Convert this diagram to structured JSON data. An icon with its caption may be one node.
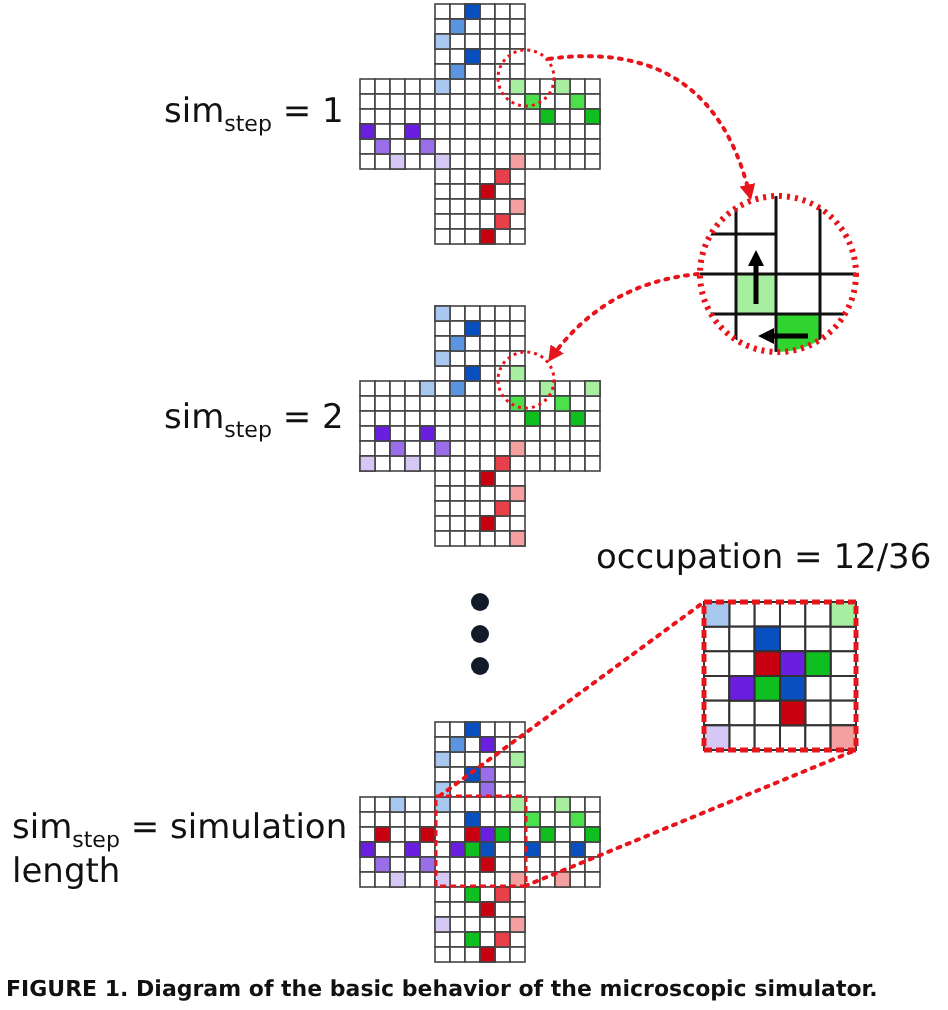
{
  "diagram": {
    "caption": "FIGURE 1. Diagram of the basic behavior of the microscopic simulator.",
    "nodes": [
      {
        "text": [],
        "shape": "grid",
        "beside": [
          "sim$_{step}$ = 1"
        ]
      },
      {
        "text": [],
        "shape": "circle",
        "in": 0
      },
      {
        "text": [],
        "shape": "circle"
      },
      {
        "text": [],
        "shape": "grid",
        "beside": [
          "sim$_{step}$ = 2"
        ]
      },
      {
        "text": [],
        "shape": "circle",
        "in": 3
      },
      {
        "text": [],
        "shape": "grid",
        "beside": [
          "sim$_{step}$ = simulation length"
        ]
      },
      {
        "text": [],
        "shape": "box",
        "in": 5
      },
      {
        "text": [],
        "shape": "box",
        "beside": [
          "occupation = 12/36"
        ]
      }
    ],
    "edges": [
      {
        "from": 1,
        "to": 2,
        "arrow": "to",
        "style": "dashed"
      },
      {
        "from": 2,
        "to": 4,
        "arrow": "to",
        "style": "dashed"
      },
      {
        "from": 6,
        "to": 7,
        "arrow": "none",
        "style": "dashed"
      },
      {
        "from": 6,
        "to": 7,
        "arrow": "none",
        "style": "dashed"
      }
    ]
  }
}
